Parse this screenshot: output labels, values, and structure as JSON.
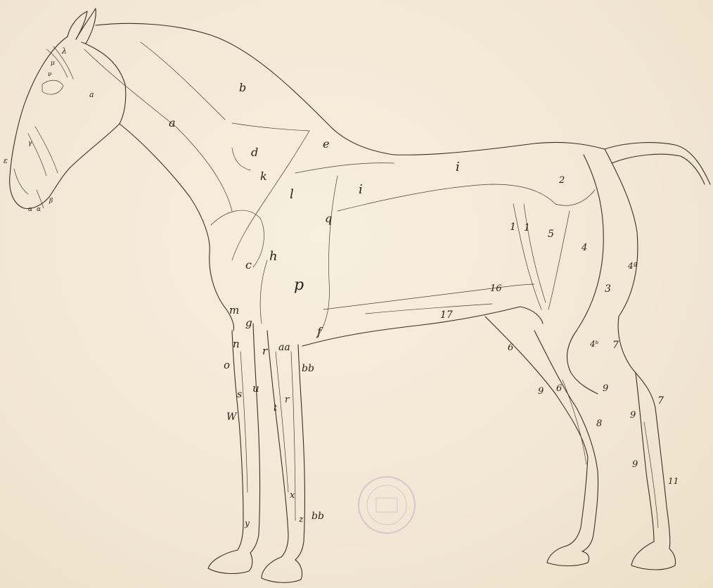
{
  "plate": {
    "paper_color": "#f3ead9",
    "ink_color": "#3a2e22",
    "stamp_color": "#c7a9c9"
  },
  "labels": {
    "a_head": "a",
    "a_neck": "a",
    "b": "b",
    "d": "d",
    "e": "e",
    "k": "k",
    "i_back": "i",
    "i_flank": "i",
    "l": "l",
    "q": "q",
    "c": "c",
    "h": "h",
    "p": "p",
    "m": "m",
    "g": "g",
    "n": "n",
    "o": "o",
    "s": "s",
    "u": "u",
    "w": "W",
    "r_front": "r",
    "aa": "aa",
    "f": "f",
    "bb_upper": "bb",
    "t": "t",
    "r_lower": "r",
    "x": "x",
    "y": "y",
    "z": "z",
    "bb_lower": "bb",
    "num_1a": "1",
    "num_1b": "1",
    "num_2": "2",
    "num_3": "3",
    "num_4": "4",
    "num_4a": "4ª",
    "num_4b": "4ᵇ",
    "num_5": "5",
    "num_6a": "6",
    "num_6b": "6",
    "num_7a": "7",
    "num_7b": "7",
    "num_8": "8",
    "num_9a": "9",
    "num_9b": "9",
    "num_9c": "9",
    "num_9d": "9",
    "num_11": "11",
    "num_16": "16",
    "num_17": "17",
    "head_lambda": "λ",
    "head_mu": "μ",
    "head_nu": "ν",
    "head_alpha1": "α",
    "head_alpha2": "α",
    "head_beta": "β",
    "head_epsilon": "ε",
    "head_gamma": "γ"
  }
}
